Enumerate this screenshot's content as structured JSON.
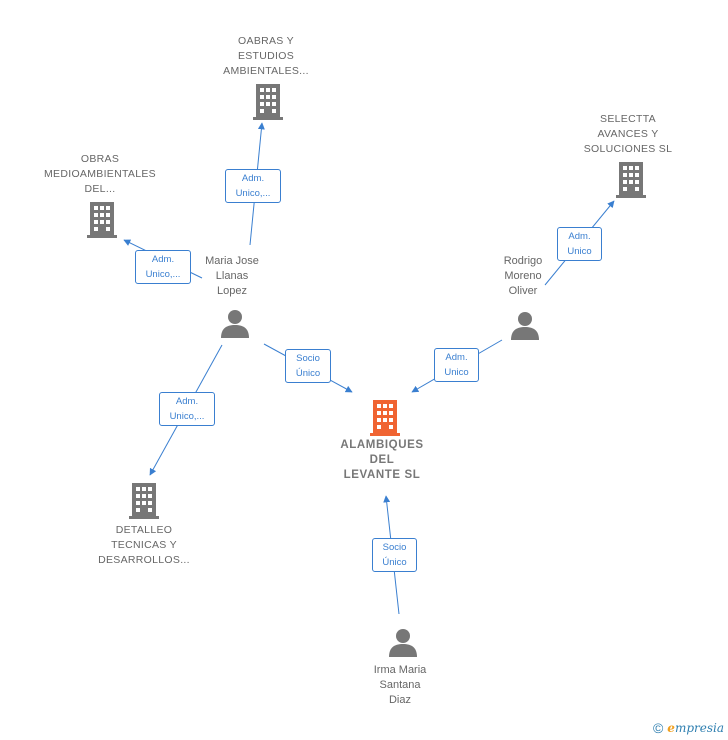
{
  "nodes": {
    "main": {
      "label": "ALAMBIQUES\nDEL\nLEVANTE  SL"
    },
    "oabras": {
      "label": "OABRAS Y\nESTUDIOS\nAMBIENTALES..."
    },
    "obras": {
      "label": "OBRAS\nMEDIOAMBIENTALES\nDEL..."
    },
    "selectta": {
      "label": "SELECTTA\nAVANCES Y\nSOLUCIONES SL"
    },
    "detalleo": {
      "label": "DETALLEO\nTECNICAS Y\nDESARROLLOS..."
    },
    "maria": {
      "label": "Maria Jose\nLlanas\nLopez"
    },
    "rodrigo": {
      "label": "Rodrigo\nMoreno\nOliver"
    },
    "irma": {
      "label": "Irma Maria\nSantana\nDiaz"
    }
  },
  "edges": {
    "maria_oabras": "Adm.\nUnico,...",
    "maria_obras": "Adm.\nUnico,...",
    "maria_main": "Socio\nÚnico",
    "maria_detalleo": "Adm.\nUnico,...",
    "rodrigo_selectta": "Adm.\nUnico",
    "rodrigo_main": "Adm.\nUnico",
    "irma_main": "Socio\nÚnico"
  },
  "colors": {
    "edge": "#3a7fd0",
    "company": "#777777",
    "main_company": "#f06432",
    "person": "#777777"
  },
  "brand": {
    "copyright": "©",
    "name_initial": "e",
    "name_rest": "mpresia"
  }
}
